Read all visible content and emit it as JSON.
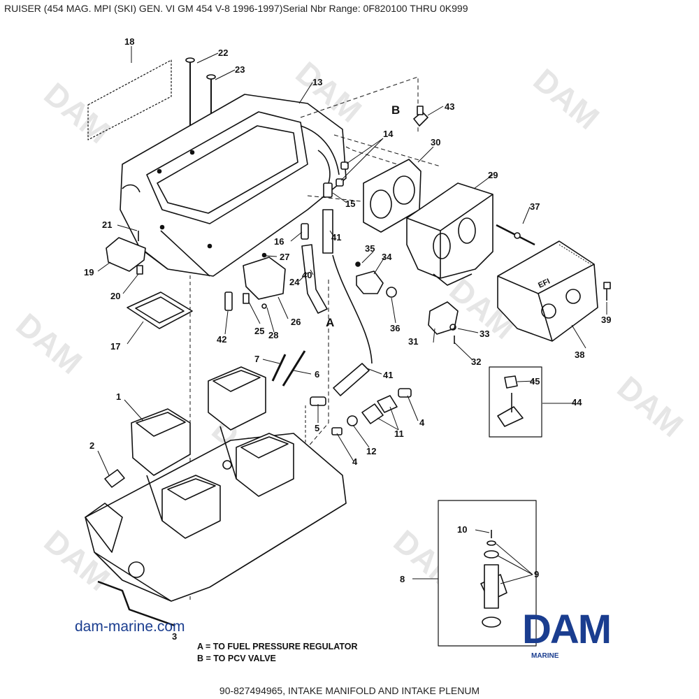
{
  "header": {
    "title": "RUISER (454 MAG. MPI (SKI) GEN. VI  GM 454 V-8 1996-1997)Serial Nbr Range: 0F820100 THRU 0K999"
  },
  "footer": {
    "caption": "90-827494965, INTAKE MANIFOLD AND INTAKE PLENUM"
  },
  "watermark": {
    "text": "DAM"
  },
  "callouts": [
    "1",
    "2",
    "3",
    "4",
    "4",
    "5",
    "6",
    "7",
    "8",
    "9",
    "10",
    "11",
    "12",
    "13",
    "14",
    "15",
    "16",
    "17",
    "18",
    "19",
    "20",
    "21",
    "22",
    "23",
    "24",
    "25",
    "26",
    "27",
    "28",
    "29",
    "30",
    "31",
    "32",
    "33",
    "34",
    "35",
    "36",
    "37",
    "38",
    "39",
    "40",
    "41",
    "41",
    "42",
    "43",
    "44",
    "45"
  ],
  "connection_letters": {
    "a": "A",
    "b": "B"
  },
  "legend": {
    "a": "A = TO FUEL PRESSURE  REGULATOR",
    "b": "B = TO PCV VALVE"
  },
  "plenum_badge": "EFI",
  "site_link": "dam-marine.com",
  "brand": {
    "logo": "DAM",
    "sub": "MARINE",
    "color": "#1a3d8f"
  }
}
